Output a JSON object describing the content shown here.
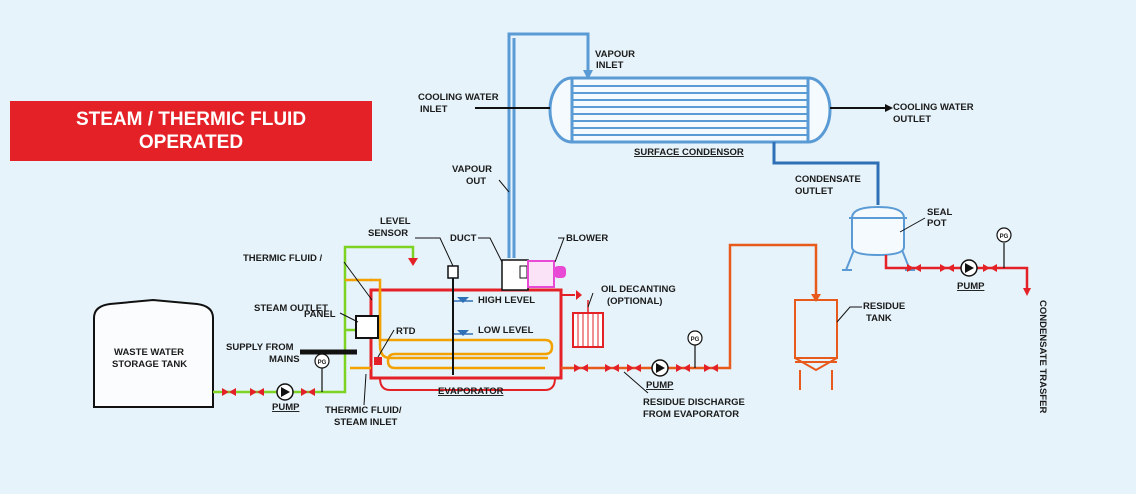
{
  "banner": {
    "line1": "STEAM / THERMIC FLUID",
    "line2": "OPERATED"
  },
  "colors": {
    "background": "#e6f3fa",
    "banner": "#e32127",
    "vapour_line": "#5b9bd5",
    "water_line": "#7dd321",
    "fluid_line": "#f2a100",
    "discharge_line": "#e85a1b",
    "evaporator": "#e32127",
    "blower": "#e84ad6",
    "condensate_line": "#2e6fb6"
  },
  "labels": {
    "vapour_inlet": [
      "VAPOUR",
      "INLET"
    ],
    "cooling_water_inlet": [
      "COOLING WATER",
      "INLET"
    ],
    "cooling_water_outlet": [
      "COOLING WATER",
      "OUTLET"
    ],
    "surface_condensor": "SURFACE CONDENSOR",
    "condensate_outlet": [
      "CONDENSATE",
      "OUTLET"
    ],
    "vapour_out": [
      "VAPOUR",
      "OUT"
    ],
    "level_sensor": [
      "LEVEL",
      "SENSOR"
    ],
    "duct": "DUCT",
    "blower": "BLOWER",
    "seal_pot": [
      "SEAL",
      "POT"
    ],
    "thermic_fluid": "THERMIC FLUID /",
    "steam_outlet": "STEAM OUTLET",
    "panel": "PANEL",
    "high_level": "HIGH LEVEL",
    "low_level": "LOW LEVEL",
    "oil_decanting": [
      "OIL DECANTING",
      "(OPTIONAL)"
    ],
    "residue_tank": [
      "RESIDUE",
      "TANK"
    ],
    "pump": "PUMP",
    "condensate_trasfer": "CONDENSATE TRASFER",
    "supply_from_mains": [
      "SUPPLY FROM",
      "MAINS"
    ],
    "rtd": "RTD",
    "waste_water_tank": [
      "WASTE WATER",
      "STORAGE TANK"
    ],
    "thermic_fluid_steam_inlet": [
      "THERMIC FLUID/",
      "STEAM INLET"
    ],
    "evaporator": "EVAPORATOR",
    "residue_discharge": [
      "RESIDUE DISCHARGE",
      "FROM EVAPORATOR"
    ],
    "gauge": "PG"
  }
}
